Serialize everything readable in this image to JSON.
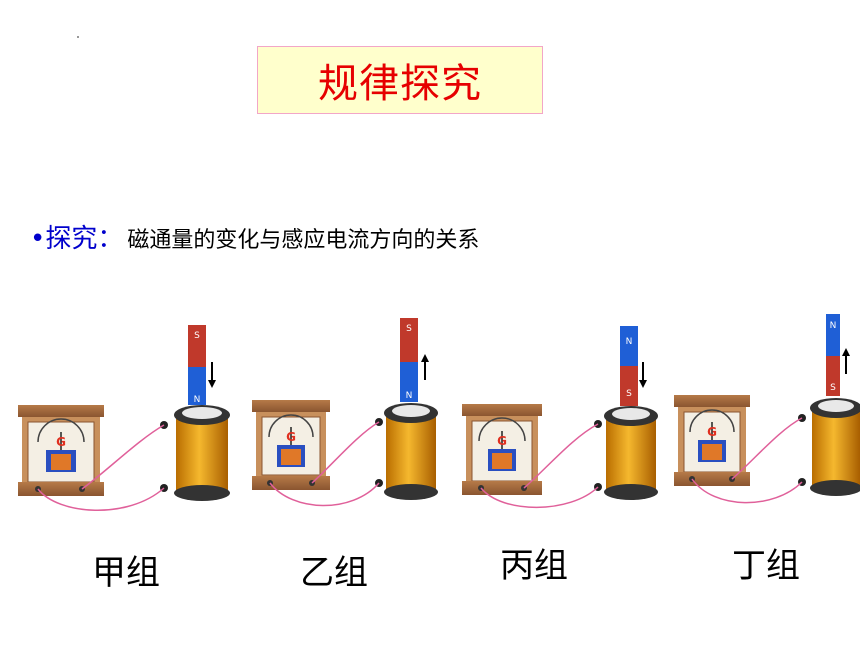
{
  "title": "规律探究",
  "subtitle": {
    "bullet": "•",
    "label": "探究：",
    "text": "磁通量的变化与感应电流方向的关系"
  },
  "groups": [
    {
      "label": "甲组",
      "galvanometer": "G",
      "magnet_top": "S",
      "magnet_bottom": "N",
      "arrow": "down"
    },
    {
      "label": "乙组",
      "galvanometer": "G",
      "magnet_top": "S",
      "magnet_bottom": "N",
      "arrow": "up"
    },
    {
      "label": "丙组",
      "galvanometer": "G",
      "magnet_top": "N",
      "magnet_bottom": "S",
      "arrow": "down"
    },
    {
      "label": "丁组",
      "galvanometer": "G",
      "magnet_top": "N",
      "magnet_bottom": "S",
      "arrow": "up"
    }
  ],
  "colors": {
    "title": "#e60000",
    "title_bg": "#ffffcc",
    "title_border": "#f2a6c8",
    "subtitle": "#0000cc",
    "magnet_red": "#c0392b",
    "magnet_blue": "#1f5fd6",
    "coil": "#e8a317",
    "wood": "#a0643c",
    "wire": "#e0609a"
  }
}
